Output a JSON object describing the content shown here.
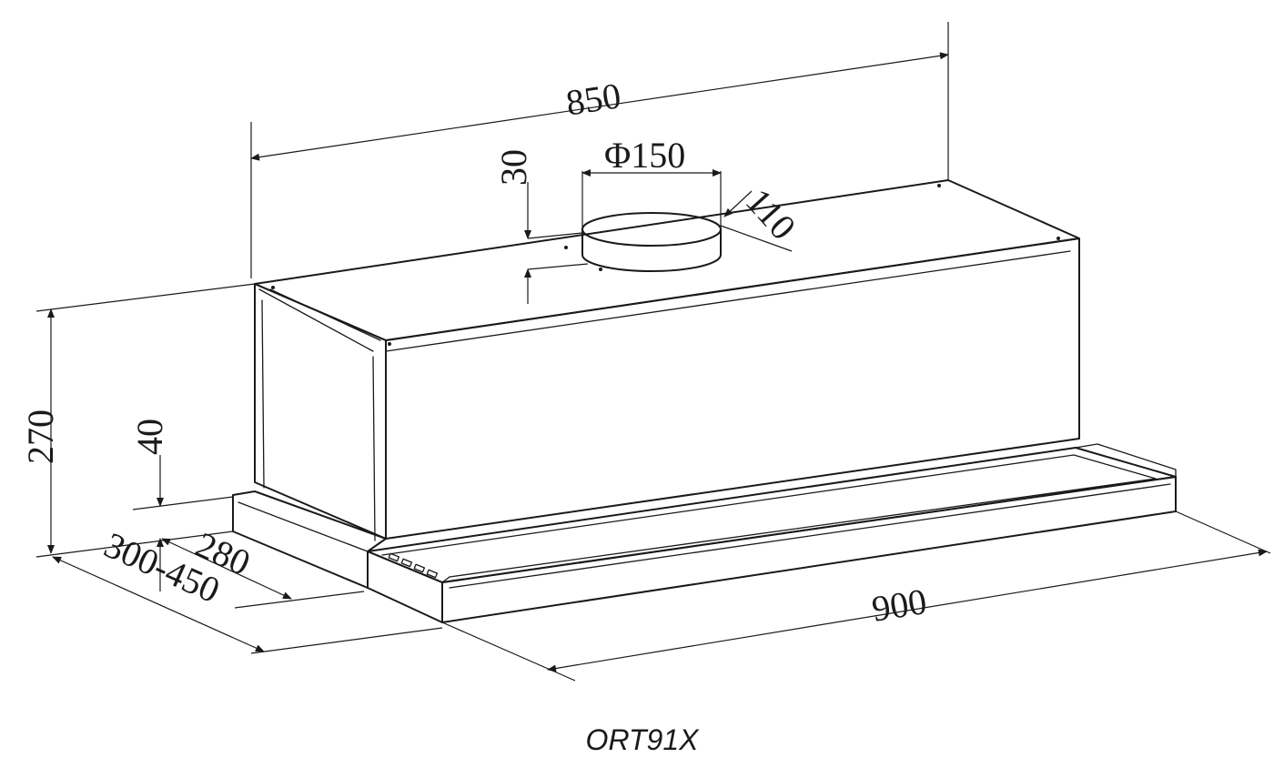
{
  "model": "ORT91X",
  "dimensions": {
    "width_top": "850",
    "outlet_diameter": "Φ150",
    "outlet_height": "30",
    "outlet_offset": "110",
    "height_total": "270",
    "visor_height": "40",
    "depth": "280",
    "depth_extended": "300-450",
    "width_front": "900"
  }
}
